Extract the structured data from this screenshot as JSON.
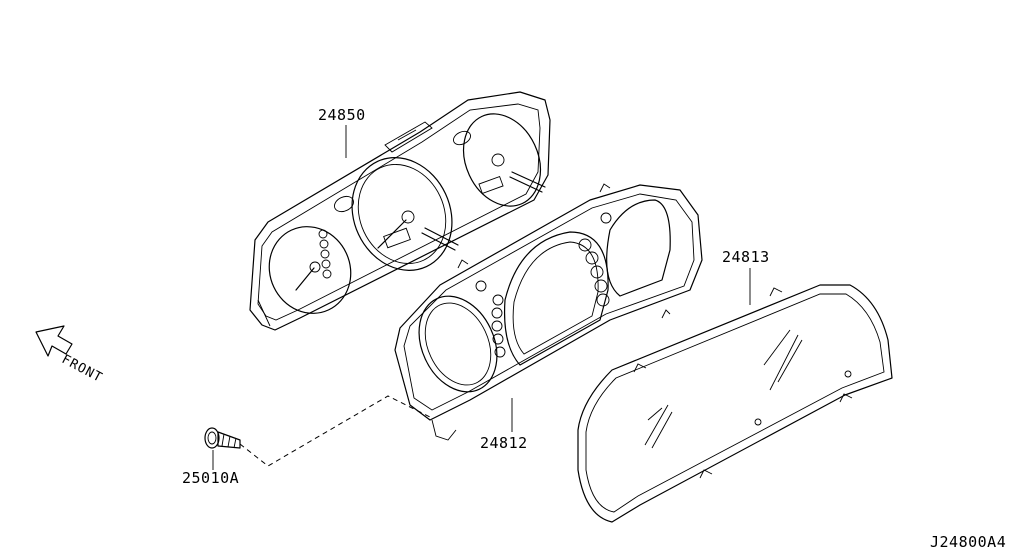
{
  "parts": {
    "meter_assembly": "24850",
    "meter_housing": "24812",
    "meter_glass": "24813",
    "screw": "25010A"
  },
  "direction_label": "FRONT",
  "diagram_code": "J24800A4"
}
